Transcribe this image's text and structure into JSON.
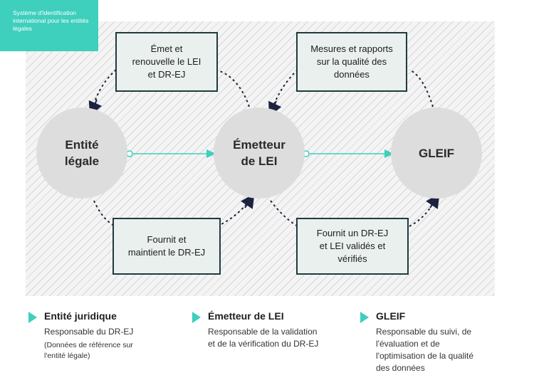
{
  "corner_tag": "Système d'identification international pour les entités légales",
  "nodes": {
    "legal_entity": "Entité\nlégale",
    "lei_issuer": "Émetteur\nde LEI",
    "gleif": "GLEIF"
  },
  "boxes": {
    "issue_renew": "Émet et\nrenouvelle le LEI\net DR-EJ",
    "measure_report": "Mesures et rapports\nsur la qualité des\ndonnées",
    "provide_maintain": "Fournit et\nmaintient le DR-EJ",
    "provide_validated": "Fournit un DR-EJ\net LEI validés et\nvérifiés"
  },
  "legend": [
    {
      "title": "Entité juridique",
      "desc": "Responsable du DR-EJ",
      "note": "(Données de référence sur\nl'entité légale)"
    },
    {
      "title": "Émetteur de LEI",
      "desc": "Responsable de la validation\net de la vérification du DR-EJ",
      "note": ""
    },
    {
      "title": "GLEIF",
      "desc": "Responsable du suivi, de\nl'évaluation et de\nl'optimisation de la qualité\ndes données",
      "note": ""
    }
  ],
  "colors": {
    "accent": "#3ecfbd",
    "box_border": "#1f3b3c",
    "box_fill": "#eaf0ee",
    "circle_fill": "#dddddd",
    "dotted_arrow": "#1c2340"
  }
}
